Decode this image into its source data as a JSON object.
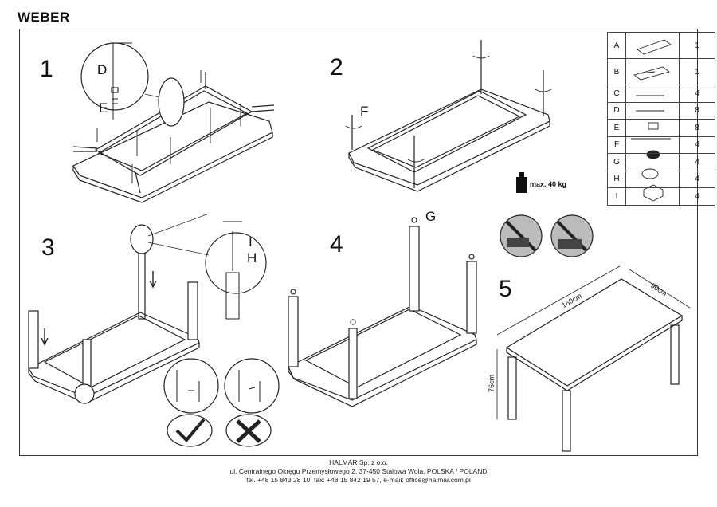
{
  "title": "WEBER",
  "steps": [
    "1",
    "2",
    "3",
    "4",
    "5"
  ],
  "labels": {
    "d": "D",
    "e": "E",
    "f": "F",
    "g": "G",
    "h": "H",
    "i": "I",
    "max_load": "max. 40 kg",
    "length": "160cm",
    "width": "90cm",
    "height": "76cm"
  },
  "parts": [
    {
      "code": "A",
      "qty": "1"
    },
    {
      "code": "B",
      "qty": "1"
    },
    {
      "code": "C",
      "qty": "4"
    },
    {
      "code": "D",
      "qty": "8"
    },
    {
      "code": "E",
      "qty": "8"
    },
    {
      "code": "F",
      "qty": "4"
    },
    {
      "code": "G",
      "qty": "4"
    },
    {
      "code": "H",
      "qty": "4"
    },
    {
      "code": "I",
      "qty": "4"
    }
  ],
  "footer": {
    "company": "HALMAR Sp. z o.o.",
    "address": "ul. Centralnego Okręgu Przemysłowego 2, 37-450 Stalowa Wola, POLSKA / POLAND",
    "contact": "tel. +48 15 843 28 10, fax: +48 15 842 19 57, e-mail: office@halmar.com.pl"
  }
}
